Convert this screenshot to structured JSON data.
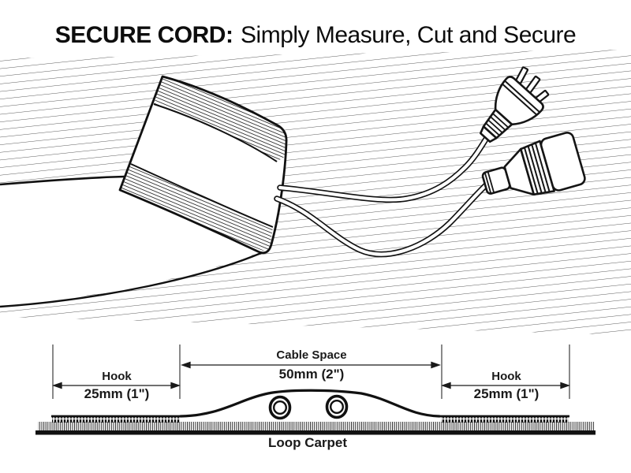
{
  "title": {
    "brand": "SECURE CORD:",
    "tagline": "Simply Measure, Cut and Secure"
  },
  "illustration": {
    "description": "Secure Cord carpet cable cover strip peeled back revealing two power cords with plugs",
    "line_color": "#1a1a1a",
    "hatch_color": "#4a4a4a"
  },
  "diagram": {
    "cable_space": {
      "label": "Cable Space",
      "dimension": "50mm (2\")"
    },
    "hook_left": {
      "label": "Hook",
      "dimension": "25mm (1\")"
    },
    "hook_right": {
      "label": "Hook",
      "dimension": "25mm (1\")"
    },
    "carpet_label": "Loop Carpet"
  }
}
